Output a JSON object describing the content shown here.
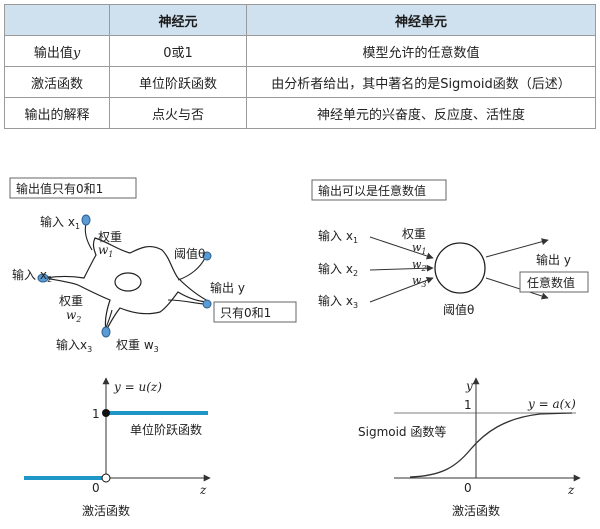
{
  "table": {
    "headers": [
      "",
      "神经元",
      "神经单元"
    ],
    "rows": [
      {
        "label": "输出值",
        "label_var": "y",
        "neuron": "0或1",
        "unit": "模型允许的任意数值"
      },
      {
        "label": "激活函数",
        "label_var": "",
        "neuron": "单位阶跃函数",
        "unit": "由分析者给出，其中著名的是Sigmoid函数（后述）"
      },
      {
        "label": "输出的解释",
        "label_var": "",
        "neuron": "点火与否",
        "unit": "神经单元的兴奋度、反应度、活性度"
      }
    ]
  },
  "left_neuron": {
    "box_title": "输出值只有0和1",
    "input1": "输入",
    "x1": "x",
    "x1_sub": "1",
    "weight_label": "权重",
    "w1": "w",
    "w1_sub": "1",
    "input2": "输入",
    "x2": "x",
    "x2_sub": "2",
    "w2_label": "权重",
    "w2": "w",
    "w2_sub": "2",
    "input3": "输入",
    "x3": "x",
    "x3_sub": "3",
    "w3_label": "权重",
    "w3": "w",
    "w3_sub": "3",
    "threshold": "阈值",
    "theta": "θ",
    "output": "输出",
    "y": "y",
    "output_box": "只有0和1"
  },
  "right_neuron": {
    "box_title": "输出可以是任意数值",
    "input1": "输入",
    "x1": "x",
    "x1_sub": "1",
    "input2": "输入",
    "x2": "x",
    "x2_sub": "2",
    "input3": "输入",
    "x3": "x",
    "x3_sub": "3",
    "weight_label": "权重",
    "w1": "w",
    "w1_sub": "1",
    "w2": "w",
    "w2_sub": "2",
    "w3": "w",
    "w3_sub": "3",
    "threshold": "阈值",
    "theta": "θ",
    "output": "输出",
    "y": "y",
    "output_box": "任意数值"
  },
  "step_chart": {
    "func_label": "y = u(z)",
    "one": "1",
    "zero": "0",
    "zaxis": "z",
    "curve_label": "单位阶跃函数",
    "caption": "激活函数",
    "line_color": "#1e96c8"
  },
  "sigmoid_chart": {
    "yaxis": "y",
    "func_label": "y = a(x)",
    "one": "1",
    "zero": "0",
    "zaxis": "z",
    "curve_label": "Sigmoid 函数等",
    "caption": "激活函数"
  },
  "colors": {
    "header_bg": "#cfe0ee",
    "step_line": "#1e96c8",
    "synapse": "#5b9bd5"
  }
}
